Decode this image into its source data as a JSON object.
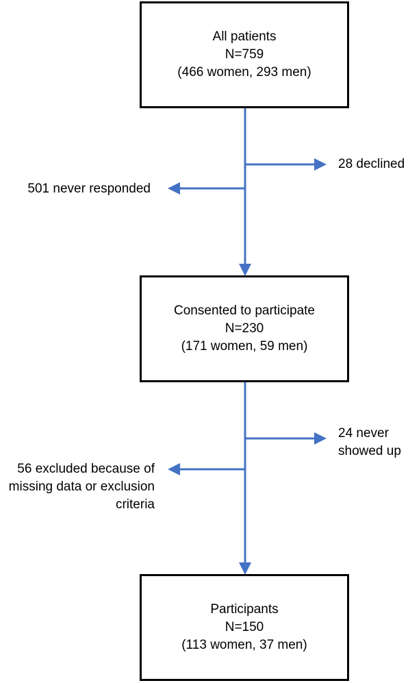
{
  "nodes": {
    "all_patients": {
      "title": "All patients",
      "n": "N=759",
      "detail": "(466 women, 293 men)"
    },
    "consented": {
      "title": "Consented to participate",
      "n": "N=230",
      "detail": "(171 women, 59 men)"
    },
    "participants": {
      "title": "Participants",
      "n": "N=150",
      "detail": "(113 women, 37 men)"
    }
  },
  "exits": {
    "declined": {
      "line1": "28 declined"
    },
    "never_responded": {
      "line1": "501 never responded"
    },
    "never_showed_up": {
      "line1": "24 never",
      "line2": "showed up"
    },
    "excluded": {
      "line1": "56 excluded because of",
      "line2": "missing data or exclusion",
      "line3": "criteria"
    }
  },
  "colors": {
    "arrow": "#4472c4",
    "box_border": "#000000",
    "text": "#000000"
  }
}
